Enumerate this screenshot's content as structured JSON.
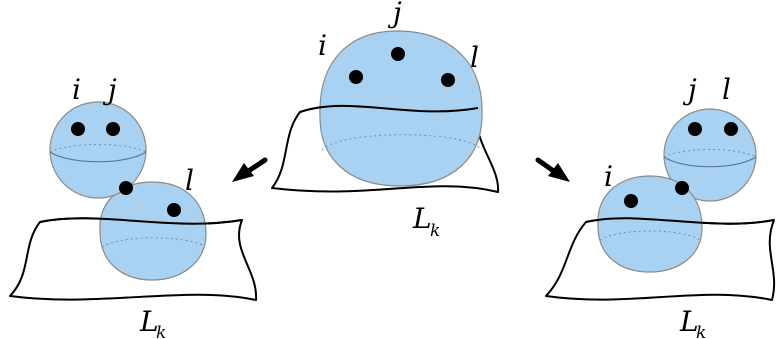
{
  "center": {
    "labels": {
      "i": "i",
      "j": "j",
      "l": "l"
    },
    "sheet_label": "L",
    "sheet_subscript": "k"
  },
  "left": {
    "labels": {
      "i": "i",
      "j": "j",
      "l": "l"
    },
    "sheet_label": "L",
    "sheet_subscript": "k"
  },
  "right": {
    "labels": {
      "i": "i",
      "j": "j",
      "l": "l"
    },
    "sheet_label": "L",
    "sheet_subscript": "k"
  },
  "colors": {
    "sphere_fill": "#a9d2f2",
    "sphere_stroke": "#8a8a8a",
    "marker": "#000000"
  }
}
